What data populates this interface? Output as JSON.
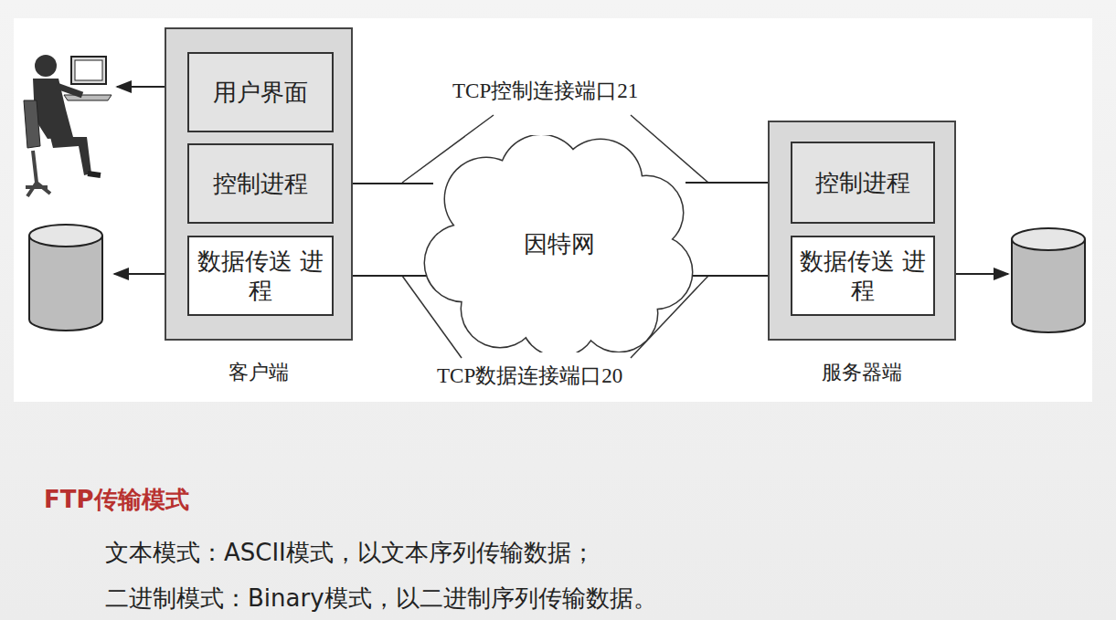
{
  "diagram": {
    "nodes": [
      {
        "text": [
          "客户端"
        ]
      },
      {
        "text": [
          "用户界面"
        ],
        "in": 0
      },
      {
        "text": [
          "控制进程"
        ],
        "in": 0
      },
      {
        "text": [
          "数据传送 进程"
        ],
        "in": 0
      },
      {
        "text": [
          "因特网"
        ]
      },
      {
        "text": [
          "服务器端"
        ]
      },
      {
        "text": [
          "控制进程"
        ],
        "in": 5
      },
      {
        "text": [
          "数据传送 进程"
        ],
        "in": 5
      }
    ],
    "edges": [
      {
        "from": 4,
        "to": 2,
        "arrow": "to"
      },
      {
        "from": 4,
        "to": 6,
        "arrow": "to"
      },
      {
        "from": 4,
        "to": 3,
        "arrow": "to"
      },
      {
        "from": 4,
        "to": 7,
        "arrow": "to"
      }
    ],
    "labels": [
      "TCP控制连接端口21",
      "TCP数据连接端口20",
      "FTP传输模式",
      "文本模式：ASCII模式，以文本序列传输数据；",
      "二进制模式：Binary模式，以二进制序列传输数据。"
    ]
  }
}
